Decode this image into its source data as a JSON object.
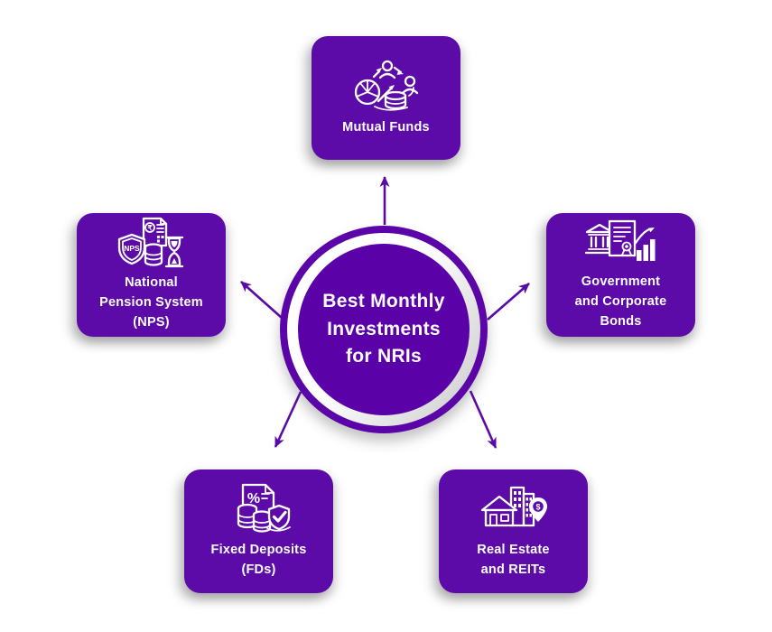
{
  "diagram": {
    "title": "Best Monthly Investments for NRIs infographic"
  },
  "center": {
    "title": "Best Monthly\nInvestments\nfor NRIs"
  },
  "nodes": [
    {
      "id": "mutual-funds",
      "label": "Mutual Funds",
      "icon": "mutual-funds-icon",
      "position": "top"
    },
    {
      "id": "government-bonds",
      "label": "Government\nand Corporate\nBonds",
      "icon": "government-corporate-bonds-icon",
      "position": "right"
    },
    {
      "id": "real-estate",
      "label": "Real Estate\nand REITs",
      "icon": "real-estate-reits-icon",
      "position": "bottom-right"
    },
    {
      "id": "fixed-deposits",
      "label": "Fixed Deposits\n(FDs)",
      "icon": "fixed-deposits-icon",
      "position": "bottom-left"
    },
    {
      "id": "nps",
      "label": "National\nPension System\n(NPS)",
      "icon": "national-pension-system-icon",
      "position": "left"
    }
  ],
  "icon_texts": {
    "nps_shield": "NPS",
    "rupee_symbol": "₹",
    "percent_symbol": "%",
    "dollar_symbol": "$"
  },
  "colors": {
    "node_purple": "#5C0BA8",
    "circle_purple": "#5B01A8",
    "arrow_purple": "#5A0AA5",
    "text_white": "#FFFFFF",
    "background": "#FFFFFF"
  }
}
